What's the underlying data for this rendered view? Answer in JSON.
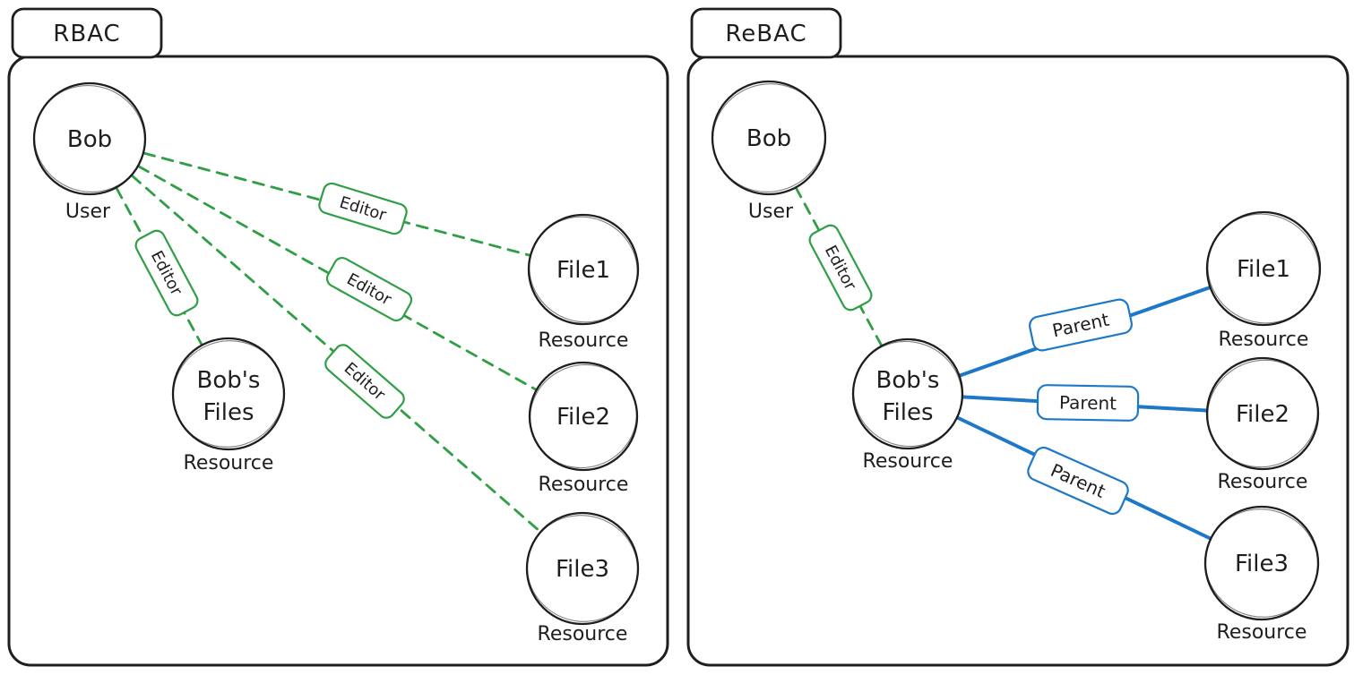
{
  "colors": {
    "ink": "#1e1e1e",
    "green": "#2f9e44",
    "blue": "#1e78c8",
    "background": "#ffffff"
  },
  "panels": [
    {
      "title": "RBAC",
      "nodes": {
        "bob": {
          "label": "Bob",
          "sublabel": "User"
        },
        "bobs_files": {
          "label_line1": "Bob's",
          "label_line2": "Files",
          "sublabel": "Resource"
        },
        "file1": {
          "label": "File1",
          "sublabel": "Resource"
        },
        "file2": {
          "label": "File2",
          "sublabel": "Resource"
        },
        "file3": {
          "label": "File3",
          "sublabel": "Resource"
        }
      },
      "edges": {
        "bob_bobs_files": {
          "from": "Bob",
          "to": "Bob's Files",
          "label": "Editor",
          "style": "dashed"
        },
        "bob_file1": {
          "from": "Bob",
          "to": "File1",
          "label": "Editor",
          "style": "dashed"
        },
        "bob_file2": {
          "from": "Bob",
          "to": "File2",
          "label": "Editor",
          "style": "dashed"
        },
        "bob_file3": {
          "from": "Bob",
          "to": "File3",
          "label": "Editor",
          "style": "dashed"
        }
      }
    },
    {
      "title": "ReBAC",
      "nodes": {
        "bob": {
          "label": "Bob",
          "sublabel": "User"
        },
        "bobs_files": {
          "label_line1": "Bob's",
          "label_line2": "Files",
          "sublabel": "Resource"
        },
        "file1": {
          "label": "File1",
          "sublabel": "Resource"
        },
        "file2": {
          "label": "File2",
          "sublabel": "Resource"
        },
        "file3": {
          "label": "File3",
          "sublabel": "Resource"
        }
      },
      "edges": {
        "bob_bobs_files": {
          "from": "Bob",
          "to": "Bob's Files",
          "label": "Editor",
          "style": "dashed"
        },
        "bobs_files_file1": {
          "from": "Bob's Files",
          "to": "File1",
          "label": "Parent",
          "style": "solid"
        },
        "bobs_files_file2": {
          "from": "Bob's Files",
          "to": "File2",
          "label": "Parent",
          "style": "solid"
        },
        "bobs_files_file3": {
          "from": "Bob's Files",
          "to": "File3",
          "label": "Parent",
          "style": "solid"
        }
      }
    }
  ]
}
